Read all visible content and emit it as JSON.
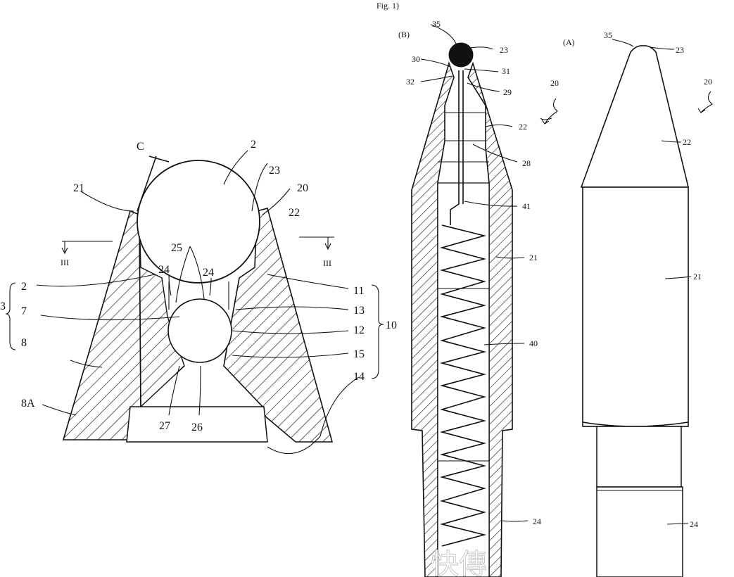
{
  "figure": {
    "fig_label": "Fig. 1)",
    "view_b_label": "(B)",
    "view_a_label": "(A)",
    "watermark": "快傳"
  },
  "left_labels": {
    "c": "C",
    "n2_top": "2",
    "n23": "23",
    "n20": "20",
    "n21": "21",
    "n22": "22",
    "n25": "25",
    "n24a": "24",
    "n24b": "24",
    "n2_left": "2",
    "n3": "3",
    "n7": "7",
    "n8": "8",
    "n8a": "8A",
    "n27": "27",
    "n26": "26",
    "n11": "11",
    "n13": "13",
    "n12": "12",
    "n15": "15",
    "n14": "14",
    "n10": "10",
    "sec_left": "III",
    "sec_right": "III"
  },
  "b_labels": {
    "n35": "35",
    "n23": "23",
    "n30": "30",
    "n31": "31",
    "n32": "32",
    "n29": "29",
    "n20": "20",
    "n22": "22",
    "n28": "28",
    "n41": "41",
    "n21": "21",
    "n40": "40",
    "n24": "24"
  },
  "a_labels": {
    "n35": "35",
    "n23": "23",
    "n20": "20",
    "n22": "22",
    "n21": "21",
    "n24": "24"
  },
  "colors": {
    "ink": "#111111",
    "paper": "#ffffff",
    "ball_b": "#111111"
  }
}
